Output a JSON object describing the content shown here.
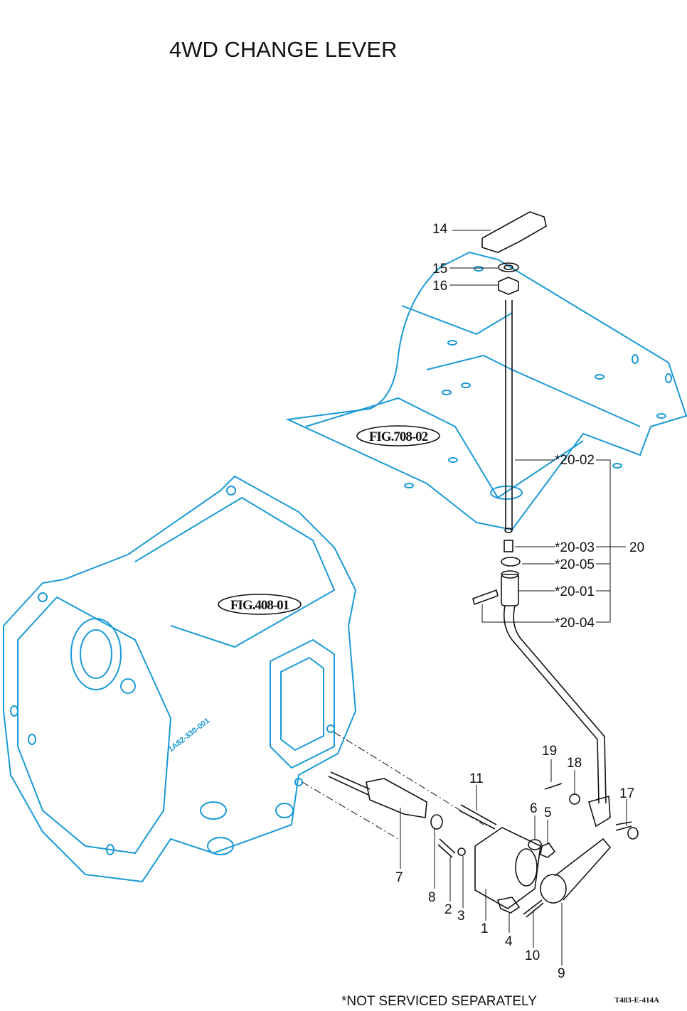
{
  "title": "4WD CHANGE LEVER",
  "footnote": "*NOT SERVICED SEPARATELY",
  "drawing_code": "T483-E-414A",
  "figure_refs": [
    "FIG.708-02",
    "FIG.408-01"
  ],
  "casting_mark": "1A82-330-001",
  "callouts": {
    "p14": "14",
    "p15": "15",
    "p16": "16",
    "p20_02": "*20-02",
    "p20_03": "*20-03",
    "p20_05": "*20-05",
    "p20_01": "*20-01",
    "p20_04": "*20-04",
    "p20": "20",
    "p19": "19",
    "p18": "18",
    "p17": "17",
    "p11": "11",
    "p6": "6",
    "p5": "5",
    "p7": "7",
    "p8": "8",
    "p2": "2",
    "p3": "3",
    "p1": "1",
    "p4": "4",
    "p10": "10",
    "p9": "9"
  },
  "colors": {
    "housing": "#1a9ad6",
    "parts": "#111111"
  }
}
